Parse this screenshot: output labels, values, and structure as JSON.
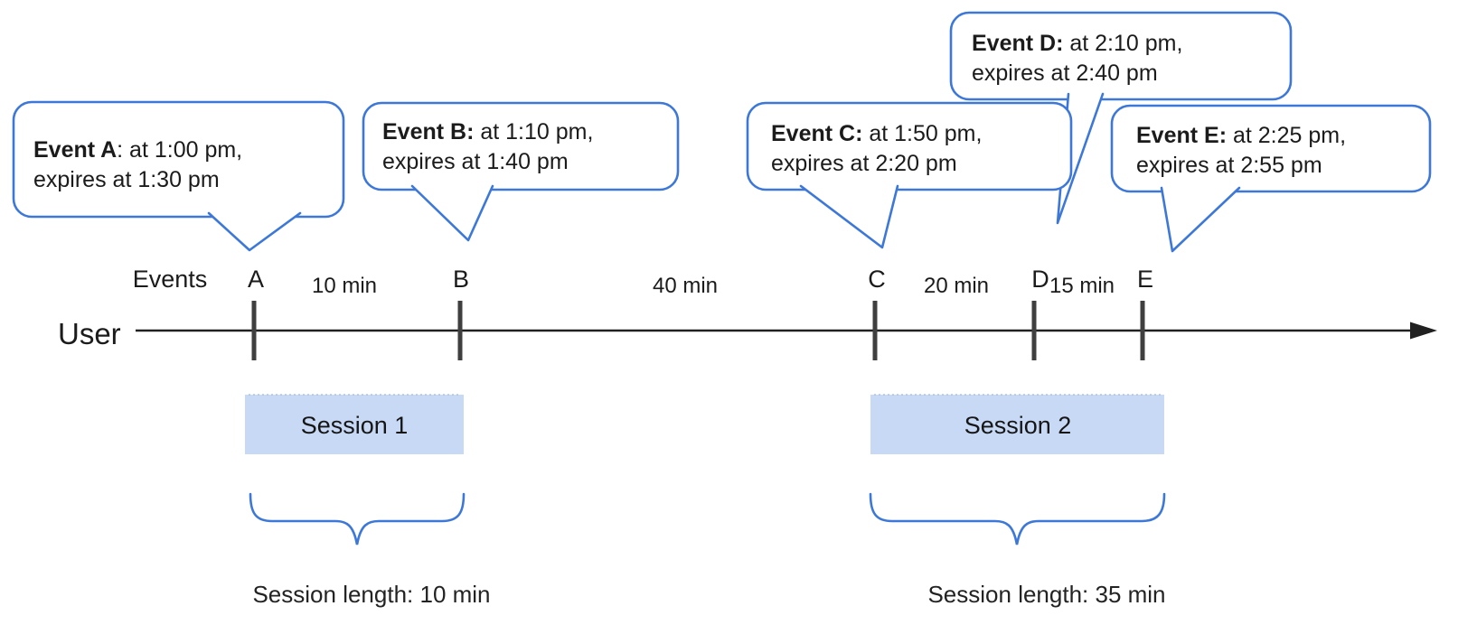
{
  "callouts": [
    {
      "id": "A",
      "bold": "Event A",
      "rest": ": at 1:00 pm,",
      "line2": "expires at 1:30 pm"
    },
    {
      "id": "B",
      "bold": "Event B:",
      "rest": " at 1:10 pm,",
      "line2": "expires at 1:40 pm"
    },
    {
      "id": "C",
      "bold": "Event C:",
      "rest": " at 1:50 pm,",
      "line2": "expires at 2:20 pm"
    },
    {
      "id": "D",
      "bold": "Event D:",
      "rest": " at 2:10 pm,",
      "line2": "expires at 2:40 pm"
    },
    {
      "id": "E",
      "bold": "Event E:",
      "rest": " at 2:25 pm,",
      "line2": "expires at 2:55 pm"
    }
  ],
  "timeline": {
    "row_label": "Events",
    "axis_label": "User",
    "event_marks": [
      "A",
      "B",
      "C",
      "D",
      "E"
    ],
    "intervals": [
      "10 min",
      "40 min",
      "20 min",
      "15 min"
    ]
  },
  "sessions": [
    {
      "label": "Session 1",
      "length": "Session length: 10 min"
    },
    {
      "label": "Session 2",
      "length": "Session length: 35 min"
    }
  ],
  "colors": {
    "callout_border": "#3d78d8",
    "brace": "#3d78d8",
    "session_fill": "#c7d9f5",
    "axis": "#212121",
    "tick": "#3f3f3f",
    "text": "#1b1b1b"
  }
}
